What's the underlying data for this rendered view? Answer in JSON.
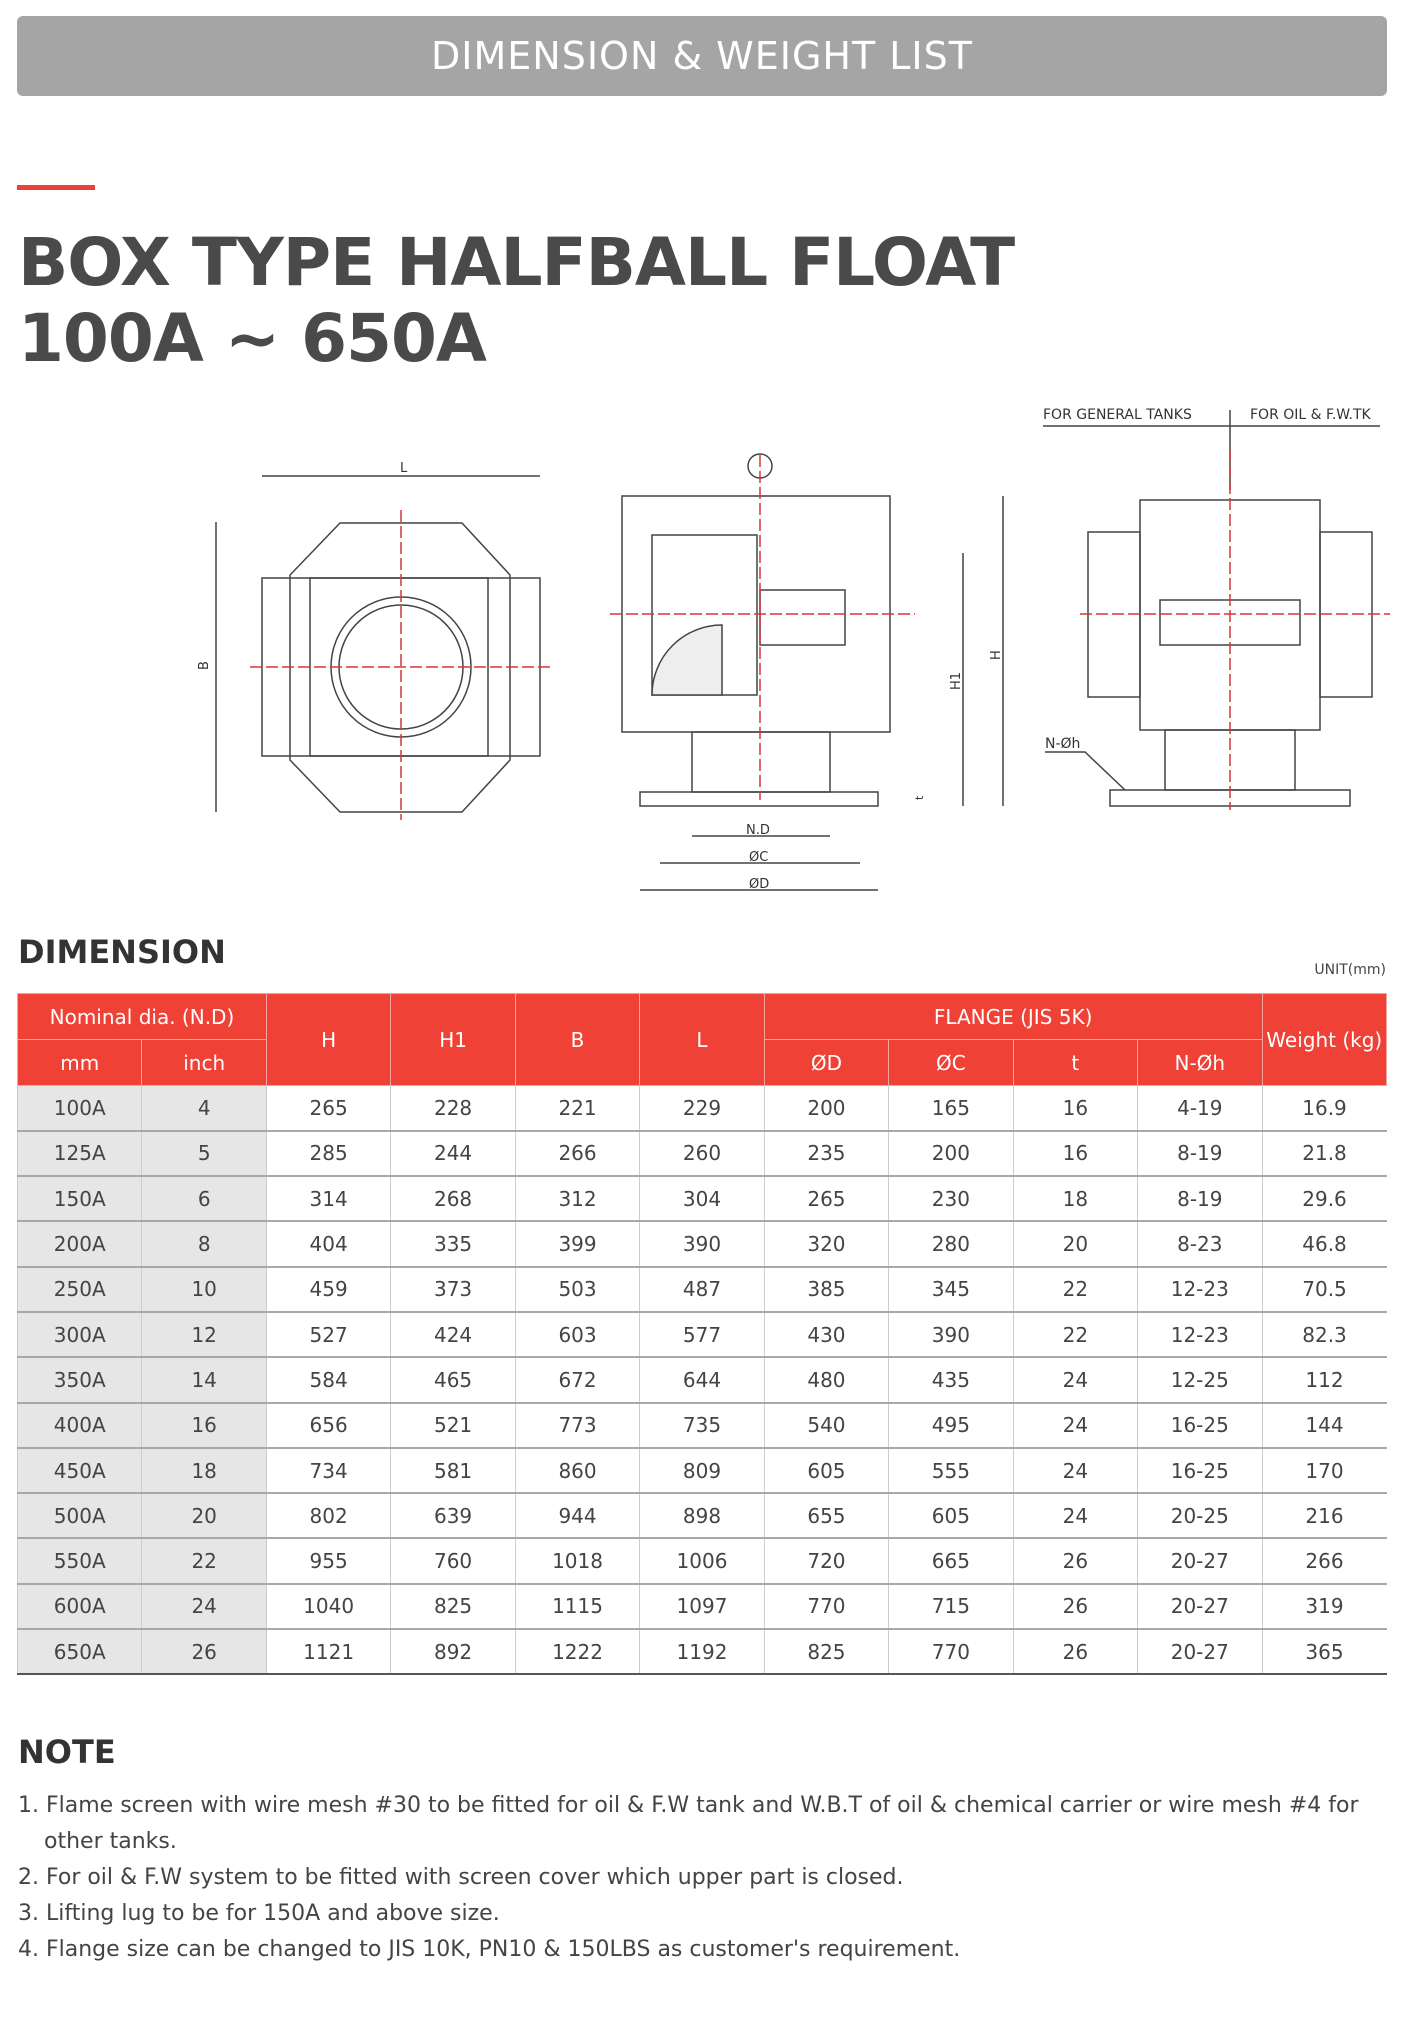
{
  "banner": "DIMENSION & WEIGHT LIST",
  "title": {
    "line1": "BOX TYPE HALFBALL FLOAT",
    "line2": "100A ~ 650A"
  },
  "drawing": {
    "L": "L",
    "B": "B",
    "H": "H",
    "H1": "H1",
    "t": "t",
    "ND": "N.D",
    "C": "ØC",
    "D": "ØD",
    "general": "FOR GENERAL TANKS",
    "oil": "FOR OIL & F.W.TK",
    "noh": "N-Øh"
  },
  "dimension_heading": "DIMENSION",
  "unit": "UNIT(mm)",
  "table": {
    "h_nominal": "Nominal dia. (N.D)",
    "h_mm": "mm",
    "h_inch": "inch",
    "h_H": "H",
    "h_H1": "H1",
    "h_B": "B",
    "h_L": "L",
    "h_flange": "FLANGE (JIS 5K)",
    "h_D": "ØD",
    "h_C": "ØC",
    "h_t": "t",
    "h_noh": "N-Øh",
    "h_weight": "Weight (kg)",
    "rows": [
      [
        "100A",
        "4",
        "265",
        "228",
        "221",
        "229",
        "200",
        "165",
        "16",
        "4-19",
        "16.9"
      ],
      [
        "125A",
        "5",
        "285",
        "244",
        "266",
        "260",
        "235",
        "200",
        "16",
        "8-19",
        "21.8"
      ],
      [
        "150A",
        "6",
        "314",
        "268",
        "312",
        "304",
        "265",
        "230",
        "18",
        "8-19",
        "29.6"
      ],
      [
        "200A",
        "8",
        "404",
        "335",
        "399",
        "390",
        "320",
        "280",
        "20",
        "8-23",
        "46.8"
      ],
      [
        "250A",
        "10",
        "459",
        "373",
        "503",
        "487",
        "385",
        "345",
        "22",
        "12-23",
        "70.5"
      ],
      [
        "300A",
        "12",
        "527",
        "424",
        "603",
        "577",
        "430",
        "390",
        "22",
        "12-23",
        "82.3"
      ],
      [
        "350A",
        "14",
        "584",
        "465",
        "672",
        "644",
        "480",
        "435",
        "24",
        "12-25",
        "112"
      ],
      [
        "400A",
        "16",
        "656",
        "521",
        "773",
        "735",
        "540",
        "495",
        "24",
        "16-25",
        "144"
      ],
      [
        "450A",
        "18",
        "734",
        "581",
        "860",
        "809",
        "605",
        "555",
        "24",
        "16-25",
        "170"
      ],
      [
        "500A",
        "20",
        "802",
        "639",
        "944",
        "898",
        "655",
        "605",
        "24",
        "20-25",
        "216"
      ],
      [
        "550A",
        "22",
        "955",
        "760",
        "1018",
        "1006",
        "720",
        "665",
        "26",
        "20-27",
        "266"
      ],
      [
        "600A",
        "24",
        "1040",
        "825",
        "1115",
        "1097",
        "770",
        "715",
        "26",
        "20-27",
        "319"
      ],
      [
        "650A",
        "26",
        "1121",
        "892",
        "1222",
        "1192",
        "825",
        "770",
        "26",
        "20-27",
        "365"
      ]
    ]
  },
  "note_heading": "NOTE",
  "notes": [
    "1. Flame screen with wire mesh #30 to be fitted for oil & F.W tank and W.B.T of oil & chemical carrier or wire mesh #4 for other tanks.",
    "2. For oil & F.W system to be fitted with screen cover which upper part is closed.",
    "3. Lifting lug to be for 150A and above size.",
    "4. Flange size can be changed to JIS 10K, PN10 & 150LBS as customer's requirement."
  ]
}
